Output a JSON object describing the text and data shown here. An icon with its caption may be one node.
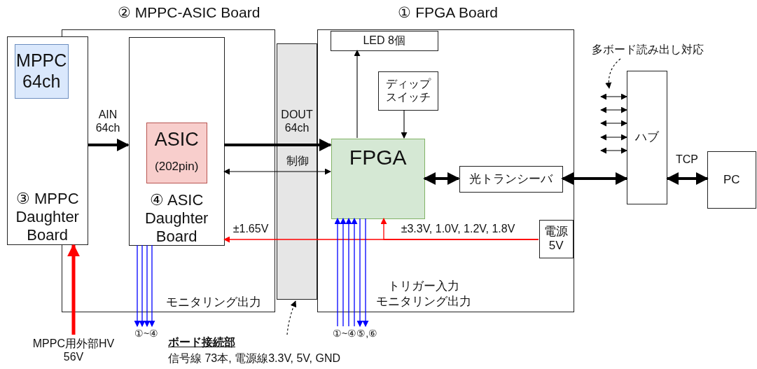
{
  "diagram": {
    "nodes": [
      {
        "text": [
          "② MPPC-ASIC Board",
          "モニタリング出力"
        ]
      },
      {
        "text": [
          "③ MPPC Daughter Board"
        ]
      },
      {
        "text": [
          "MPPC 64ch"
        ],
        "in": 1
      },
      {
        "text": [
          "④ ASIC Daughter Board"
        ],
        "in": 0
      },
      {
        "text": [
          "ASIC",
          "(202pin)"
        ],
        "in": 3
      },
      {
        "text": [
          "ボード接続部",
          "信号線 73本, 電源線3.3V, 5V, GND"
        ]
      },
      {
        "text": [
          "① FPGA Board",
          "トリガー入力",
          "モニタリング出力"
        ]
      },
      {
        "text": [
          "LED 8個"
        ],
        "in": 6
      },
      {
        "text": [
          "ディップスイッチ"
        ],
        "in": 6
      },
      {
        "text": [
          "FPGA"
        ],
        "in": 6
      },
      {
        "text": [
          "光トランシーバ"
        ],
        "in": 6
      },
      {
        "text": [
          "電源5V"
        ],
        "in": 6
      },
      {
        "text": [
          "ハブ"
        ]
      },
      {
        "text": [
          "PC"
        ]
      },
      {
        "text": [
          "多ボード読み出し対応"
        ]
      },
      {
        "text": [
          "MPPC用外部HV 56V"
        ]
      },
      {
        "text": [
          "①~④"
        ]
      },
      {
        "text": [
          "①~④⑤,⑥"
        ]
      }
    ],
    "edges": [
      {
        "from": 1,
        "to": 3,
        "arrow": "to",
        "label": "AIN 64ch",
        "style": "thick"
      },
      {
        "from": 3,
        "to": 9,
        "arrow": "to",
        "label": "DOUT 64ch",
        "style": "thick"
      },
      {
        "from": 3,
        "to": 9,
        "arrow": "both",
        "label": "制御"
      },
      {
        "from": 9,
        "to": 7,
        "arrow": "to"
      },
      {
        "from": 8,
        "to": 9,
        "arrow": "to"
      },
      {
        "from": 9,
        "to": 10,
        "arrow": "both",
        "style": "thick"
      },
      {
        "from": 10,
        "to": 12,
        "arrow": "both",
        "style": "thick"
      },
      {
        "from": 12,
        "to": 13,
        "arrow": "both",
        "label": "TCP",
        "style": "thick"
      },
      {
        "from": 11,
        "to": 9,
        "arrow": "to",
        "label": "±3.3V, 1.0V, 1.2V, 1.8V",
        "color": "#ff0000"
      },
      {
        "from": 11,
        "to": 3,
        "arrow": "to",
        "label": "±1.65V",
        "color": "#ff0000"
      },
      {
        "from": 15,
        "to": 1,
        "arrow": "to",
        "style": "thick",
        "color": "#ff0000"
      },
      {
        "from": 3,
        "to": 16,
        "arrow": "to",
        "color": "#0000ff"
      },
      {
        "from": 3,
        "to": 16,
        "arrow": "to",
        "color": "#0000ff"
      },
      {
        "from": 3,
        "to": 16,
        "arrow": "to",
        "color": "#0000ff"
      },
      {
        "from": 3,
        "to": 16,
        "arrow": "to",
        "color": "#0000ff"
      },
      {
        "from": 17,
        "to": 9,
        "arrow": "to",
        "color": "#0000ff"
      },
      {
        "from": 17,
        "to": 9,
        "arrow": "to",
        "color": "#0000ff"
      },
      {
        "from": 17,
        "to": 9,
        "arrow": "to",
        "color": "#0000ff"
      },
      {
        "from": 17,
        "to": 9,
        "arrow": "to",
        "color": "#0000ff"
      },
      {
        "from": 9,
        "to": 17,
        "arrow": "to",
        "color": "#0000ff"
      },
      {
        "from": 9,
        "to": 17,
        "arrow": "to",
        "color": "#0000ff"
      },
      {
        "from": null,
        "to": 12,
        "arrow": "both"
      },
      {
        "from": null,
        "to": 12,
        "arrow": "both"
      },
      {
        "from": null,
        "to": 12,
        "arrow": "both"
      },
      {
        "from": null,
        "to": 12,
        "arrow": "both"
      },
      {
        "from": null,
        "to": 12,
        "arrow": "both"
      },
      {
        "from": 14,
        "to": 12,
        "arrow": "to",
        "style": "dashed"
      },
      {
        "from": 5,
        "to": null,
        "arrow": "to",
        "style": "dashed"
      }
    ]
  }
}
